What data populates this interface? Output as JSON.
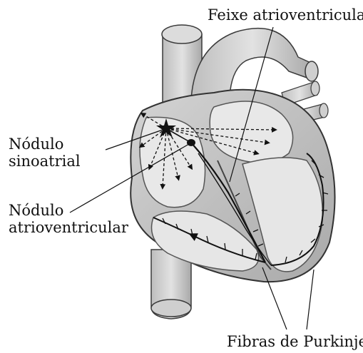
{
  "labels": {
    "feixe_atrioventricular": "Feixe atrioventricular",
    "nodulo_sinoatrial_line1": "Nódulo",
    "nodulo_sinoatrial_line2": "sinoatrial",
    "nodulo_atrioventricular_line1": "Nódulo",
    "nodulo_atrioventricular_line2": "atrioventricular",
    "fibras_de_purkinje": "Fibras de Purkinje"
  },
  "colors": {
    "background": "#ffffff",
    "heart_fill": "#c9c9c9",
    "chamber_fill": "#e6e6e6",
    "outline": "#3a3a3a",
    "conduction_lines": "#111111"
  }
}
